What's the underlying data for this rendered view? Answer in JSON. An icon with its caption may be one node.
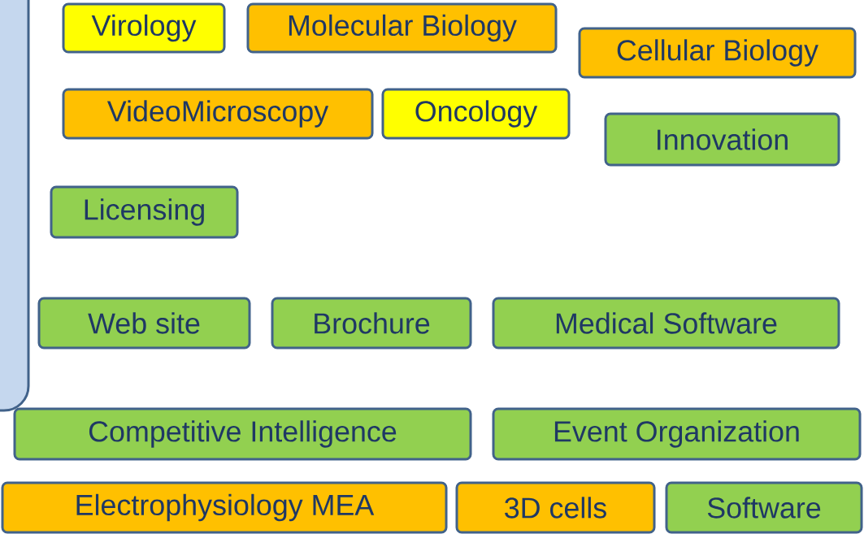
{
  "diagram": {
    "nodes": [
      {
        "text": [
          "Virology"
        ]
      },
      {
        "text": [
          "Molecular Biology"
        ]
      },
      {
        "text": [
          "Cellular Biology"
        ]
      },
      {
        "text": [
          "VideoMicroscopy"
        ]
      },
      {
        "text": [
          "Oncology"
        ]
      },
      {
        "text": [
          "Innovation"
        ]
      },
      {
        "text": [
          "Licensing"
        ]
      },
      {
        "text": [
          "Web site"
        ]
      },
      {
        "text": [
          "Brochure"
        ]
      },
      {
        "text": [
          "Medical Software"
        ]
      },
      {
        "text": [
          "Competitive Intelligence"
        ]
      },
      {
        "text": [
          "Event Organization"
        ]
      },
      {
        "text": [
          "Electrophysiology MEA"
        ]
      },
      {
        "text": [
          "3D cells"
        ]
      },
      {
        "text": [
          "Software"
        ]
      }
    ]
  }
}
